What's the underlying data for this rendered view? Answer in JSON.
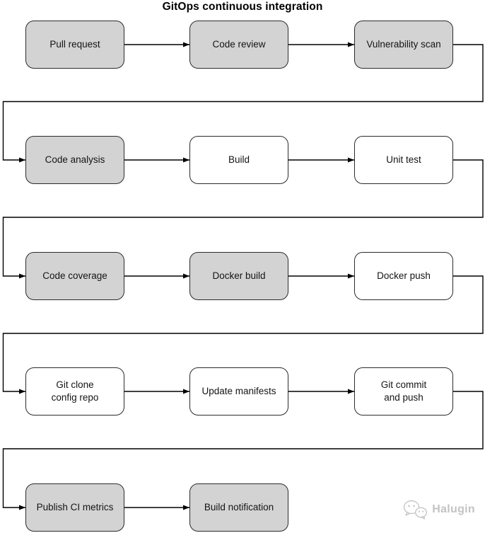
{
  "title": "GitOps continuous integration",
  "watermark": {
    "label": "Halugin",
    "icon": "wechat-logo-icon"
  },
  "diagram": {
    "type": "flowchart",
    "colors": {
      "node_gray": "#d3d3d3",
      "node_white": "#ffffff",
      "node_border": "#2b2b2b",
      "connector": "#000000",
      "title_color": "#000000",
      "watermark_color": "#c3c3c3"
    },
    "nodes": [
      {
        "id": "pull-request",
        "label": "Pull request",
        "row": 0,
        "col": 0,
        "shade": "gray"
      },
      {
        "id": "code-review",
        "label": "Code review",
        "row": 0,
        "col": 1,
        "shade": "gray"
      },
      {
        "id": "vulnerability-scan",
        "label": "Vulnerability scan",
        "row": 0,
        "col": 2,
        "shade": "gray"
      },
      {
        "id": "code-analysis",
        "label": "Code analysis",
        "row": 1,
        "col": 0,
        "shade": "gray"
      },
      {
        "id": "build",
        "label": "Build",
        "row": 1,
        "col": 1,
        "shade": "white"
      },
      {
        "id": "unit-test",
        "label": "Unit test",
        "row": 1,
        "col": 2,
        "shade": "white"
      },
      {
        "id": "code-coverage",
        "label": "Code coverage",
        "row": 2,
        "col": 0,
        "shade": "gray"
      },
      {
        "id": "docker-build",
        "label": "Docker build",
        "row": 2,
        "col": 1,
        "shade": "gray"
      },
      {
        "id": "docker-push",
        "label": "Docker push",
        "row": 2,
        "col": 2,
        "shade": "white"
      },
      {
        "id": "git-clone",
        "label": "Git clone\nconfig repo",
        "row": 3,
        "col": 0,
        "shade": "white"
      },
      {
        "id": "update-manifests",
        "label": "Update manifests",
        "row": 3,
        "col": 1,
        "shade": "white"
      },
      {
        "id": "git-commit",
        "label": "Git commit\nand push",
        "row": 3,
        "col": 2,
        "shade": "white"
      },
      {
        "id": "publish-ci-metrics",
        "label": "Publish CI metrics",
        "row": 4,
        "col": 0,
        "shade": "gray"
      },
      {
        "id": "build-notification",
        "label": "Build notification",
        "row": 4,
        "col": 1,
        "shade": "gray"
      }
    ],
    "edges": [
      {
        "from": "pull-request",
        "to": "code-review"
      },
      {
        "from": "code-review",
        "to": "vulnerability-scan"
      },
      {
        "from": "vulnerability-scan",
        "to": "code-analysis"
      },
      {
        "from": "code-analysis",
        "to": "build"
      },
      {
        "from": "build",
        "to": "unit-test"
      },
      {
        "from": "unit-test",
        "to": "code-coverage"
      },
      {
        "from": "code-coverage",
        "to": "docker-build"
      },
      {
        "from": "docker-build",
        "to": "docker-push"
      },
      {
        "from": "docker-push",
        "to": "git-clone"
      },
      {
        "from": "git-clone",
        "to": "update-manifests"
      },
      {
        "from": "update-manifests",
        "to": "git-commit"
      },
      {
        "from": "git-commit",
        "to": "publish-ci-metrics"
      },
      {
        "from": "publish-ci-metrics",
        "to": "build-notification"
      }
    ]
  }
}
